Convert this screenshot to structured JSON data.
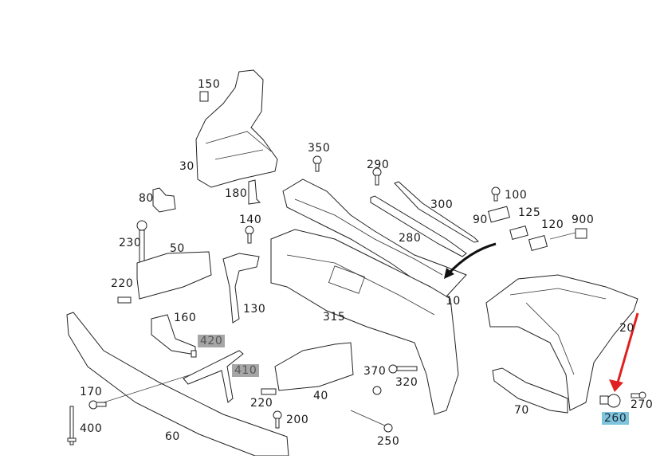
{
  "diagram": {
    "title": "Front end structure exploded parts diagram",
    "labels": [
      {
        "id": "p150",
        "text": "150"
      },
      {
        "id": "p30",
        "text": "30"
      },
      {
        "id": "p350",
        "text": "350"
      },
      {
        "id": "p290",
        "text": "290"
      },
      {
        "id": "p80",
        "text": "80"
      },
      {
        "id": "p180",
        "text": "180"
      },
      {
        "id": "p300",
        "text": "300"
      },
      {
        "id": "p100",
        "text": "100"
      },
      {
        "id": "p90",
        "text": "90"
      },
      {
        "id": "p125",
        "text": "125"
      },
      {
        "id": "p900",
        "text": "900"
      },
      {
        "id": "p120",
        "text": "120"
      },
      {
        "id": "p140",
        "text": "140"
      },
      {
        "id": "p230",
        "text": "230"
      },
      {
        "id": "p280",
        "text": "280"
      },
      {
        "id": "p50",
        "text": "50"
      },
      {
        "id": "p220a",
        "text": "220"
      },
      {
        "id": "p10",
        "text": "10"
      },
      {
        "id": "p130",
        "text": "130"
      },
      {
        "id": "p160",
        "text": "160"
      },
      {
        "id": "p315",
        "text": "315"
      },
      {
        "id": "p20",
        "text": "20"
      },
      {
        "id": "p420",
        "text": "420"
      },
      {
        "id": "p410",
        "text": "410"
      },
      {
        "id": "p370",
        "text": "370"
      },
      {
        "id": "p320",
        "text": "320"
      },
      {
        "id": "p170",
        "text": "170"
      },
      {
        "id": "p40",
        "text": "40"
      },
      {
        "id": "p70",
        "text": "70"
      },
      {
        "id": "p220b",
        "text": "220"
      },
      {
        "id": "p200",
        "text": "200"
      },
      {
        "id": "p260",
        "text": "260"
      },
      {
        "id": "p270",
        "text": "270"
      },
      {
        "id": "p400",
        "text": "400"
      },
      {
        "id": "p60",
        "text": "60"
      },
      {
        "id": "p250",
        "text": "250"
      }
    ],
    "highlighted": {
      "gray": [
        "420",
        "410"
      ],
      "blue": [
        "260"
      ]
    },
    "arrows": [
      {
        "name": "black-arrow",
        "points_to": "10",
        "color": "#111111"
      },
      {
        "name": "red-arrow",
        "points_to": "260",
        "color": "#e02020"
      }
    ],
    "colors": {
      "highlight_gray": "#a6a6a6",
      "highlight_blue": "#7fc4dc",
      "arrow_red": "#e02020"
    }
  }
}
